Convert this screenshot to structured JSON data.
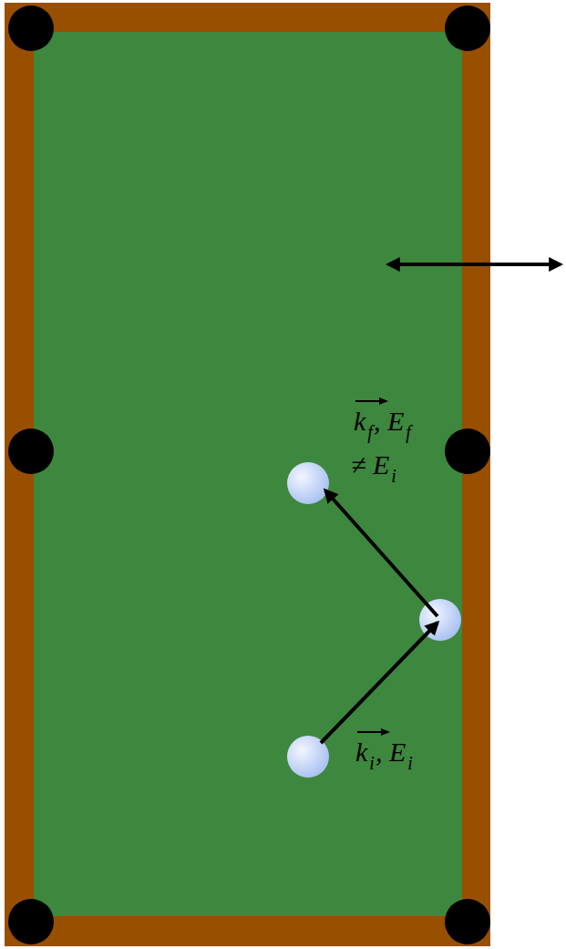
{
  "diagram": {
    "labels": [
      "k",
      "f",
      ", E",
      "f",
      "≠ E",
      "i",
      "k",
      "i",
      ", E",
      "i"
    ]
  }
}
